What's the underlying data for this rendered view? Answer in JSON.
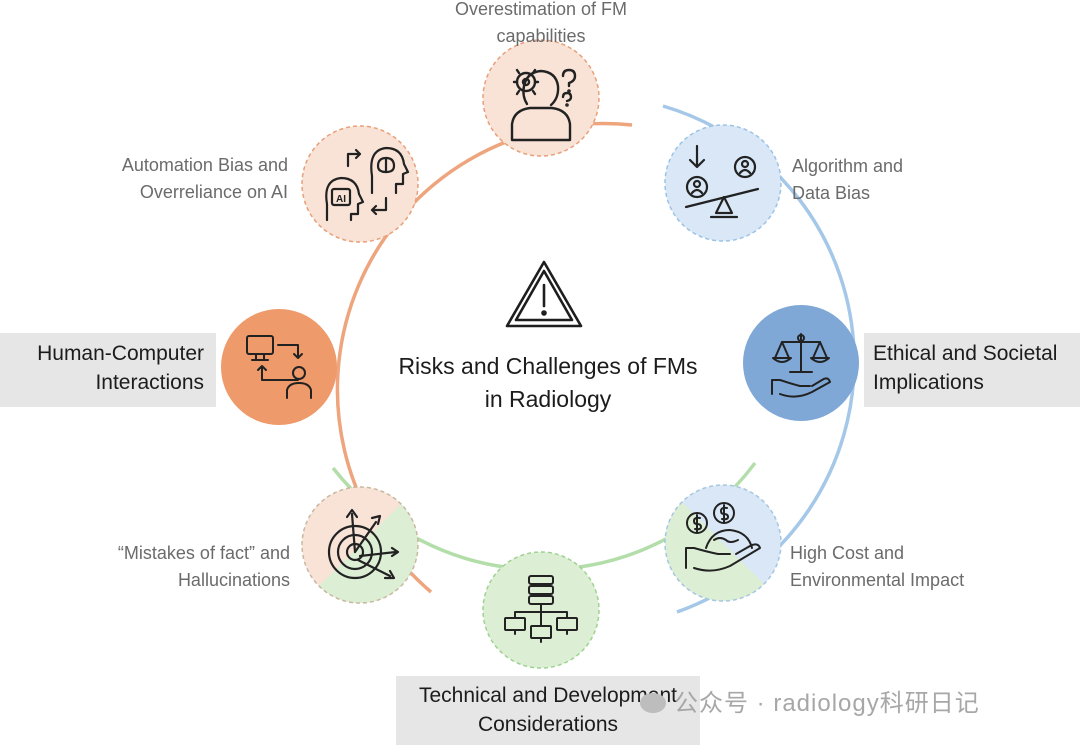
{
  "title": {
    "line1": "Risks and Challenges of FMs",
    "line2": "in Radiology"
  },
  "categories": {
    "human_computer": {
      "line1": "Human-Computer",
      "line2": "Interactions"
    },
    "ethical_societal": {
      "line1": "Ethical and Societal",
      "line2": "Implications"
    },
    "technical_development": {
      "line1": "Technical and Development",
      "line2": "Considerations"
    }
  },
  "nodes": {
    "overestimation": {
      "line1": "Overestimation of FM",
      "line2": "capabilities"
    },
    "automation_bias": {
      "line1": "Automation Bias and",
      "line2": "Overreliance on AI"
    },
    "algorithm_bias": {
      "line1": "Algorithm and",
      "line2": "Data Bias"
    },
    "high_cost": {
      "line1": "High Cost and",
      "line2": "Environmental Impact"
    },
    "mistakes": {
      "line1": "“Mistakes of fact” and",
      "line2": "Hallucinations"
    }
  },
  "icon_labels": {
    "ai_chip": "AI"
  },
  "watermark": {
    "text": "公众号 · radiology科研日记"
  },
  "colors": {
    "orange_ring": "#e8a07a",
    "orange_fill": "#f8e3d6",
    "orange_dark": "#ee9a6a",
    "blue_ring": "#9cc3e6",
    "blue_fill": "#d9e7f6",
    "blue_dark": "#7fa8d6",
    "green_ring": "#a7d99a",
    "green_fill": "#dcefd5",
    "warning_stroke": "#1e1e1e"
  }
}
